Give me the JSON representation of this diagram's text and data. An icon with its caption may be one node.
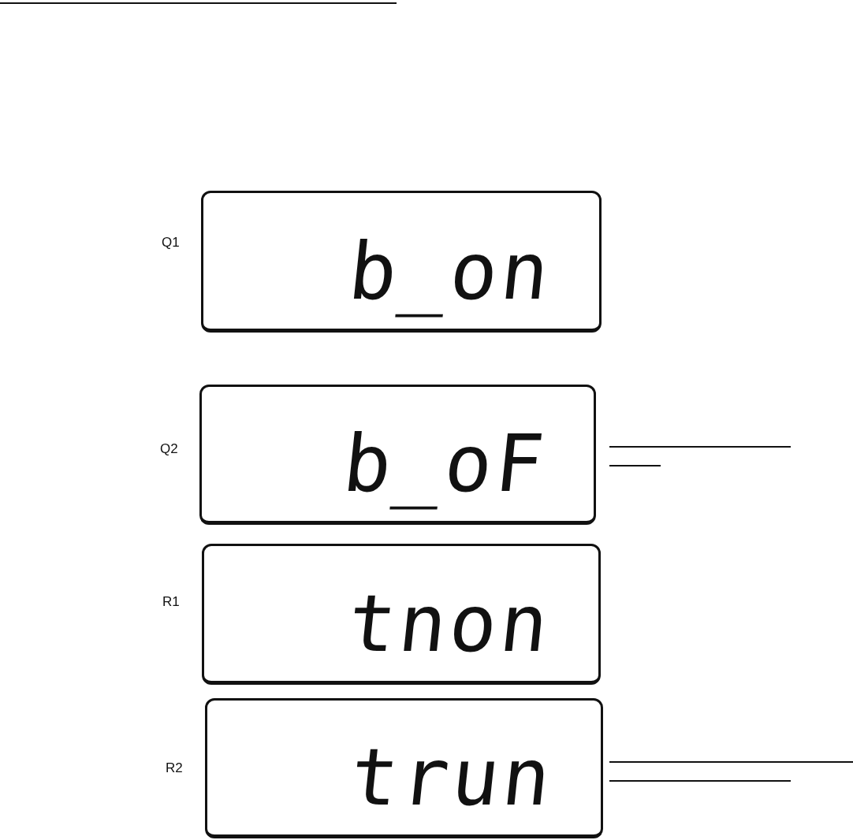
{
  "diagram": {
    "nodes": [
      {
        "text": [
          "b_on"
        ],
        "beside": [
          "Q1"
        ]
      },
      {
        "text": [
          "b_oF"
        ],
        "beside": [
          "Q2"
        ]
      },
      {
        "text": [
          "tnon"
        ],
        "beside": [
          "R1"
        ]
      },
      {
        "text": [
          "trun"
        ],
        "beside": [
          "R2"
        ]
      }
    ]
  }
}
